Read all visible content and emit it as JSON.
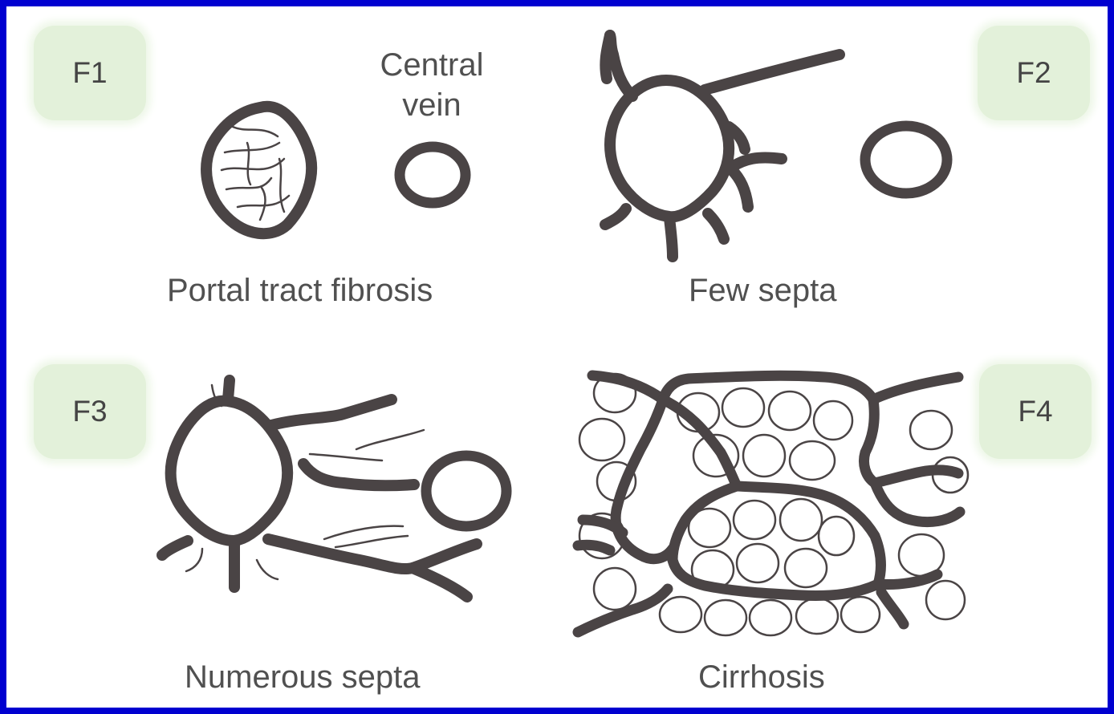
{
  "stages": [
    {
      "badge": "F1",
      "caption": "Portal tract fibrosis"
    },
    {
      "badge": "F2",
      "caption": "Few septa"
    },
    {
      "badge": "F3",
      "caption": "Numerous septa"
    },
    {
      "badge": "F4",
      "caption": "Cirrhosis"
    }
  ],
  "annotation": {
    "line1": "Central",
    "line2": "vein"
  },
  "colors": {
    "border": "#0000d0",
    "ink": "#4a4445",
    "badge": "#e3f1da",
    "text": "#505050"
  }
}
